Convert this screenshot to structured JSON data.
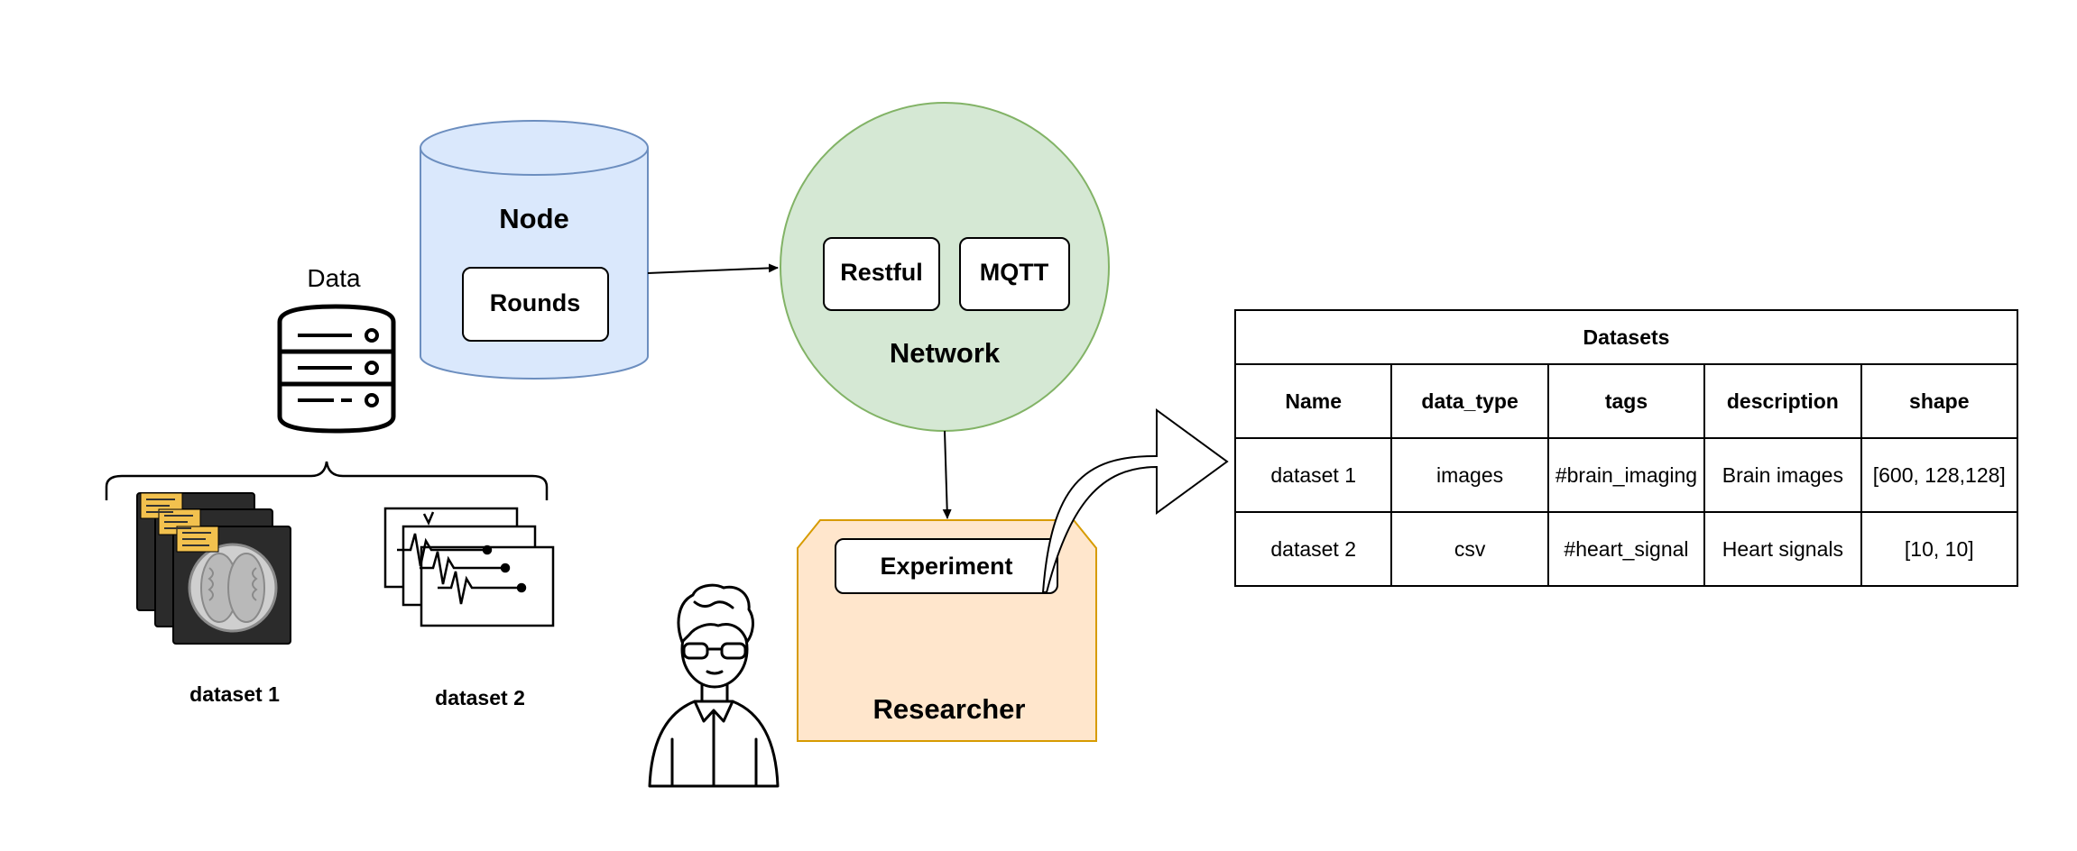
{
  "data_db": {
    "label": "Data"
  },
  "datasets_left": [
    {
      "label": "dataset 1",
      "icon": "mri-scan-stack-icon"
    },
    {
      "label": "dataset 2",
      "icon": "ecg-signal-stack-icon"
    }
  ],
  "node": {
    "title": "Node",
    "rounds_label": "Rounds"
  },
  "network": {
    "title": "Network",
    "items": [
      "Restful",
      "MQTT"
    ]
  },
  "researcher": {
    "title": "Researcher",
    "experiment_label": "Experiment",
    "icon": "researcher-person-icon"
  },
  "table": {
    "title": "Datasets",
    "columns": [
      "Name",
      "data_type",
      "tags",
      "description",
      "shape"
    ],
    "rows": [
      [
        "dataset 1",
        "images",
        "#brain_imaging",
        "Brain images",
        "[600, 128,128]"
      ],
      [
        "dataset 2",
        "csv",
        "#heart_signal",
        "Heart signals",
        "[10, 10]"
      ]
    ]
  },
  "colors": {
    "node_fill": "#dae8fc",
    "node_stroke": "#6c8ebf",
    "network_fill": "#d5e8d4",
    "network_stroke": "#82b366",
    "researcher_fill": "#ffe6cc",
    "researcher_stroke": "#d79b00",
    "note_yellow": "#f2c14e",
    "scan_dark": "#2b2b2b"
  }
}
